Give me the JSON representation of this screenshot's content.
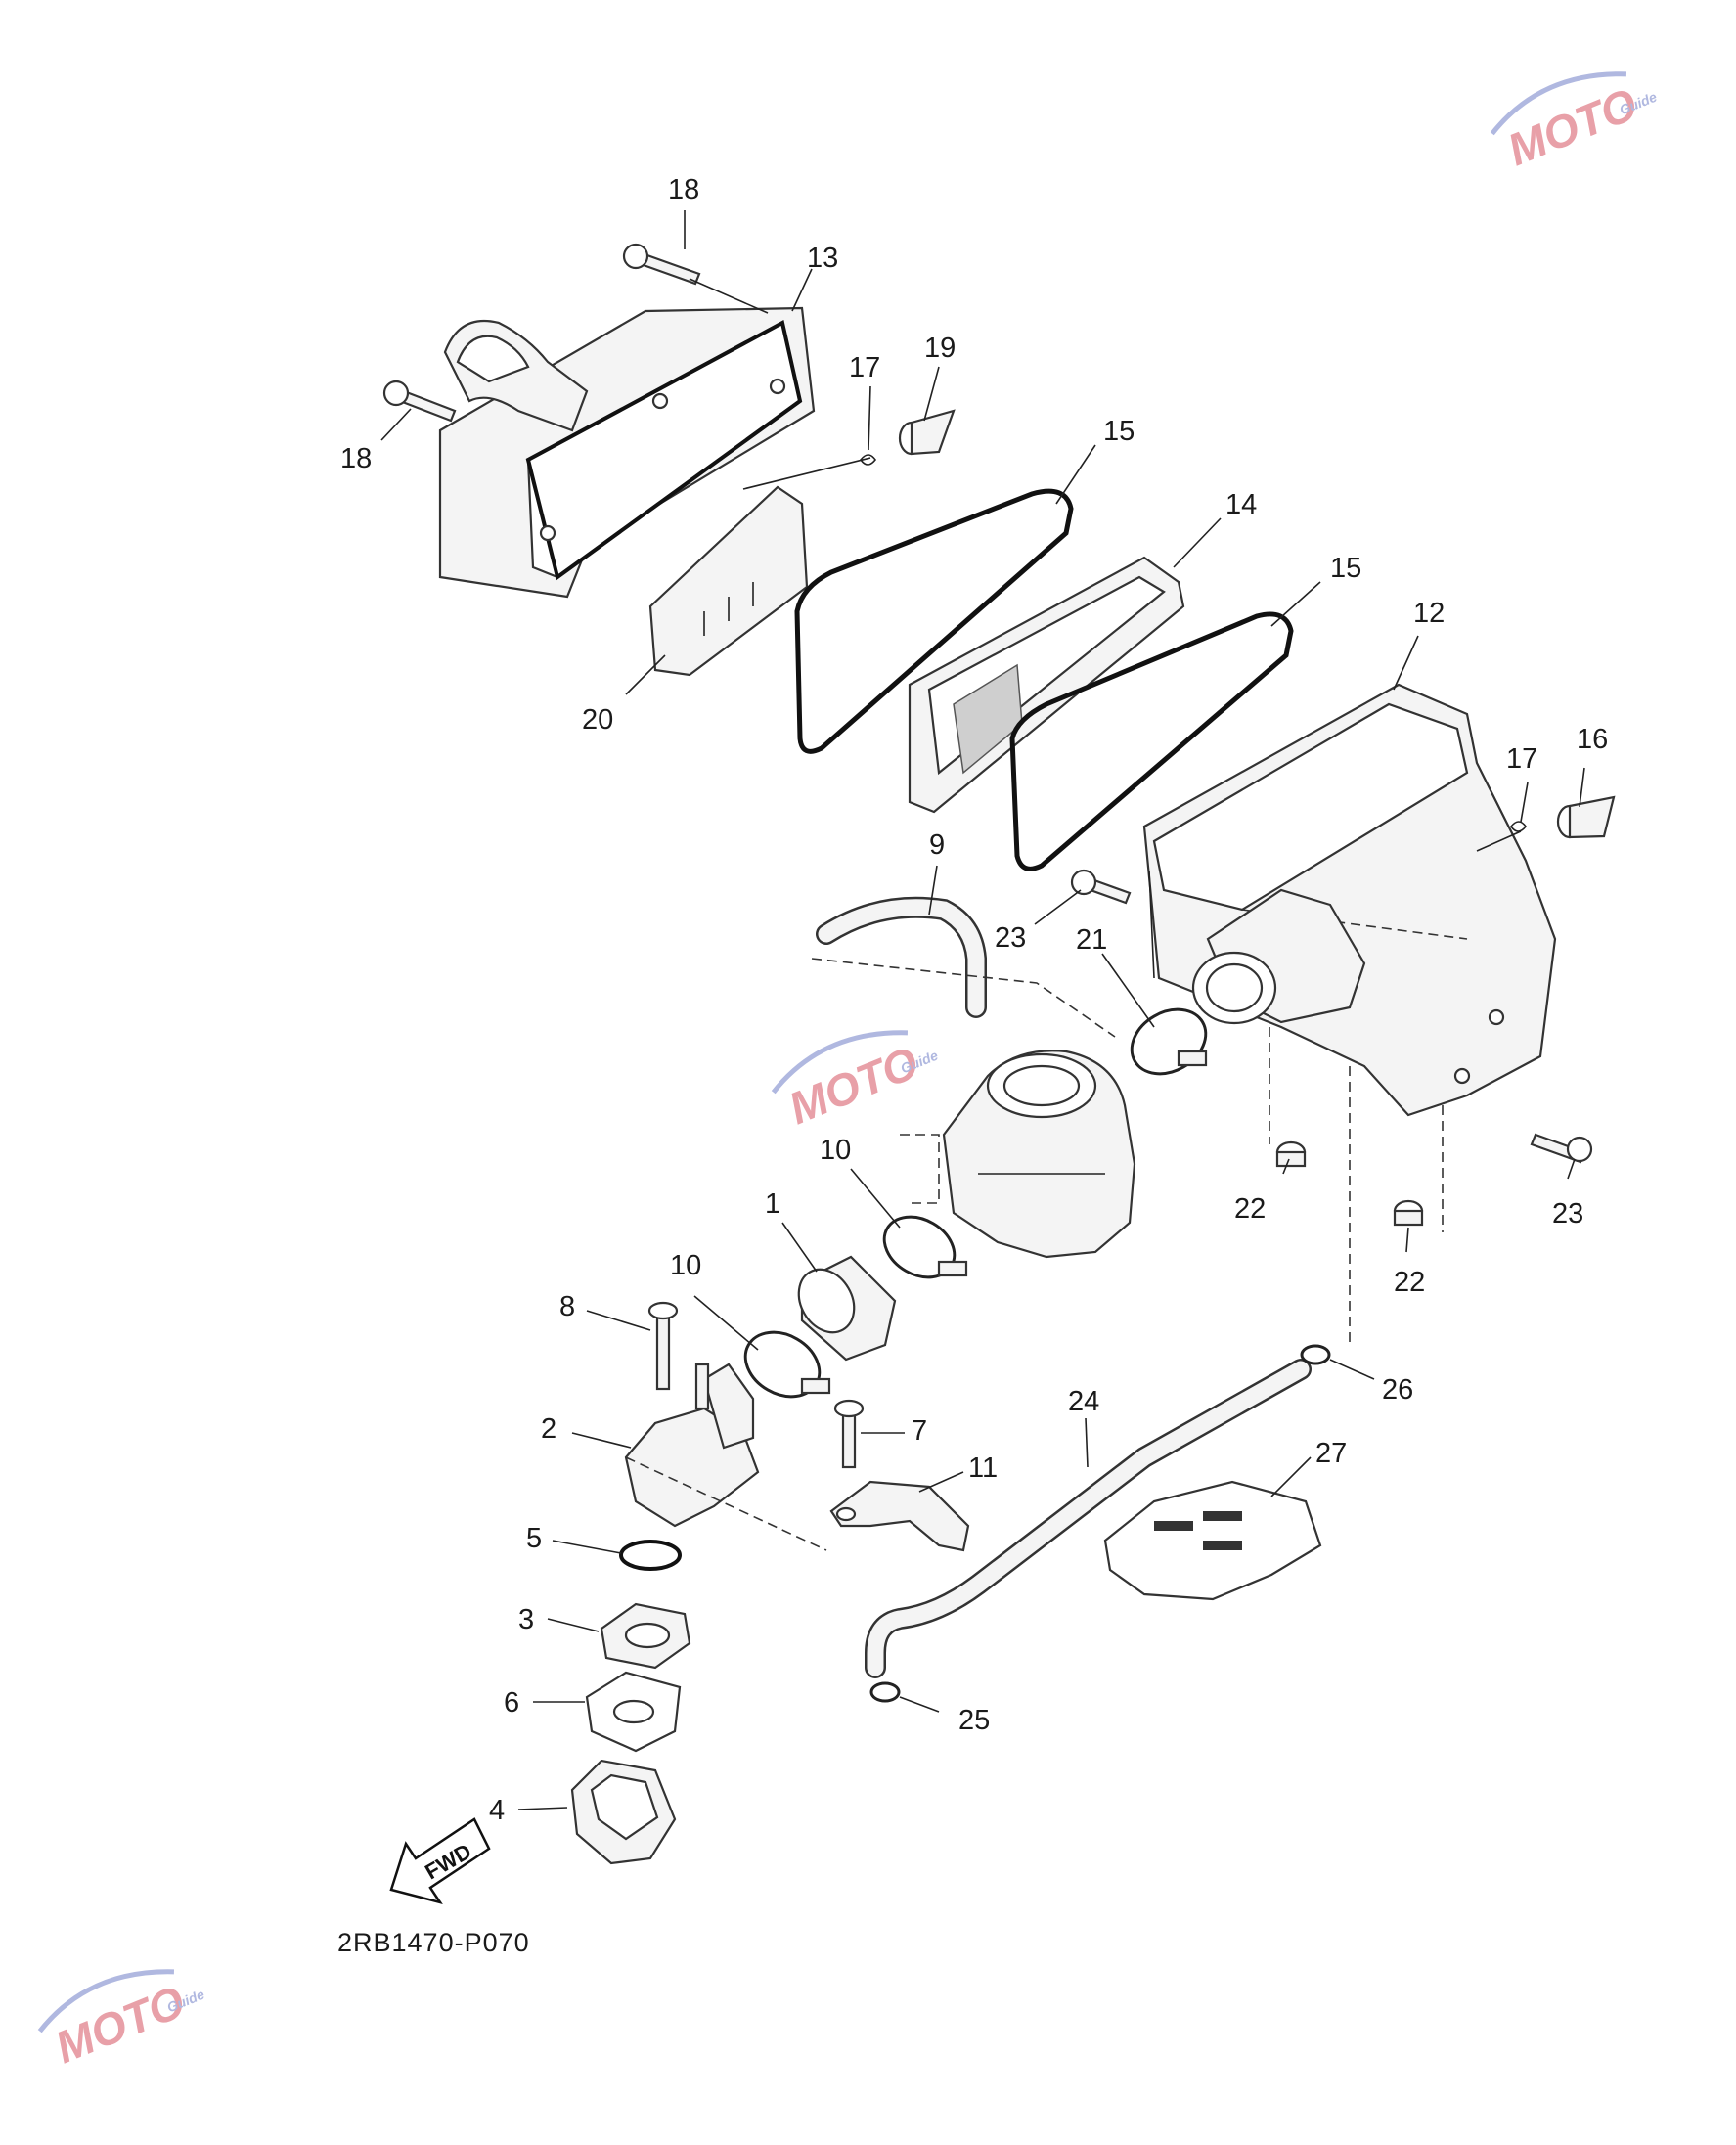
{
  "diagram": {
    "reference_code": "2RB1470-P070",
    "fwd_label": "FWD",
    "watermark": {
      "text": "MOTO",
      "subtext": "Guide",
      "color_primary": "#e8a0a8",
      "color_secondary": "#b0b8e0"
    },
    "callouts": [
      {
        "id": "c18a",
        "label": "18"
      },
      {
        "id": "c13",
        "label": "13"
      },
      {
        "id": "c17a",
        "label": "17"
      },
      {
        "id": "c19",
        "label": "19"
      },
      {
        "id": "c18b",
        "label": "18"
      },
      {
        "id": "c15a",
        "label": "15"
      },
      {
        "id": "c14",
        "label": "14"
      },
      {
        "id": "c15b",
        "label": "15"
      },
      {
        "id": "c12",
        "label": "12"
      },
      {
        "id": "c20",
        "label": "20"
      },
      {
        "id": "c17b",
        "label": "17"
      },
      {
        "id": "c16",
        "label": "16"
      },
      {
        "id": "c9",
        "label": "9"
      },
      {
        "id": "c23a",
        "label": "23"
      },
      {
        "id": "c21",
        "label": "21"
      },
      {
        "id": "c10a",
        "label": "10"
      },
      {
        "id": "c1",
        "label": "1"
      },
      {
        "id": "c22a",
        "label": "22"
      },
      {
        "id": "c23b",
        "label": "23"
      },
      {
        "id": "c10b",
        "label": "10"
      },
      {
        "id": "c22b",
        "label": "22"
      },
      {
        "id": "c8",
        "label": "8"
      },
      {
        "id": "c26",
        "label": "26"
      },
      {
        "id": "c24",
        "label": "24"
      },
      {
        "id": "c2",
        "label": "2"
      },
      {
        "id": "c7",
        "label": "7"
      },
      {
        "id": "c27",
        "label": "27"
      },
      {
        "id": "c11",
        "label": "11"
      },
      {
        "id": "c5",
        "label": "5"
      },
      {
        "id": "c3",
        "label": "3"
      },
      {
        "id": "c6",
        "label": "6"
      },
      {
        "id": "c25",
        "label": "25"
      },
      {
        "id": "c4",
        "label": "4"
      }
    ]
  }
}
